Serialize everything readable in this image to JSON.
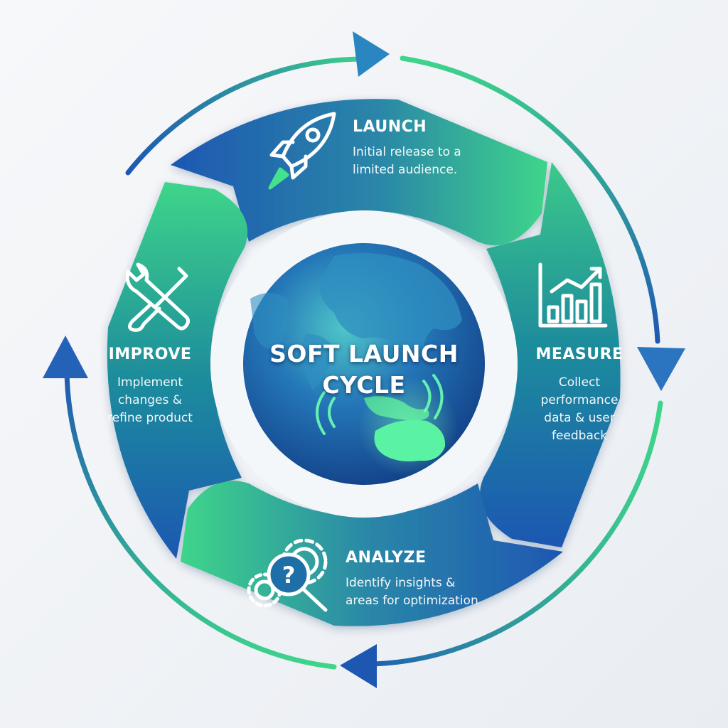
{
  "center": {
    "line1": "SOFT LAUNCH",
    "line2": "CYCLE"
  },
  "stages": {
    "launch": {
      "title": "LAUNCH",
      "desc_line1": "Initial release to a",
      "desc_line2": "limited audience.",
      "icon": "rocket-icon"
    },
    "measure": {
      "title": "MEASURE",
      "desc_line1": "Collect",
      "desc_line2": "performance",
      "desc_line3": "data & user",
      "desc_line4": "feedback",
      "icon": "bar-chart-icon"
    },
    "analyze": {
      "title": "ANALYZE",
      "desc_line1": "Identify insights &",
      "desc_line2": "areas for optimization",
      "icon": "gears-magnifier-icon"
    },
    "improve": {
      "title": "IMPROVE",
      "desc_line1": "Implement",
      "desc_line2": "changes &",
      "desc_line3": "refine product",
      "icon": "wrench-screwdriver-icon"
    }
  },
  "colors": {
    "blue": "#1e57b2",
    "green": "#3ed58a",
    "teal": "#1f8f9b"
  }
}
